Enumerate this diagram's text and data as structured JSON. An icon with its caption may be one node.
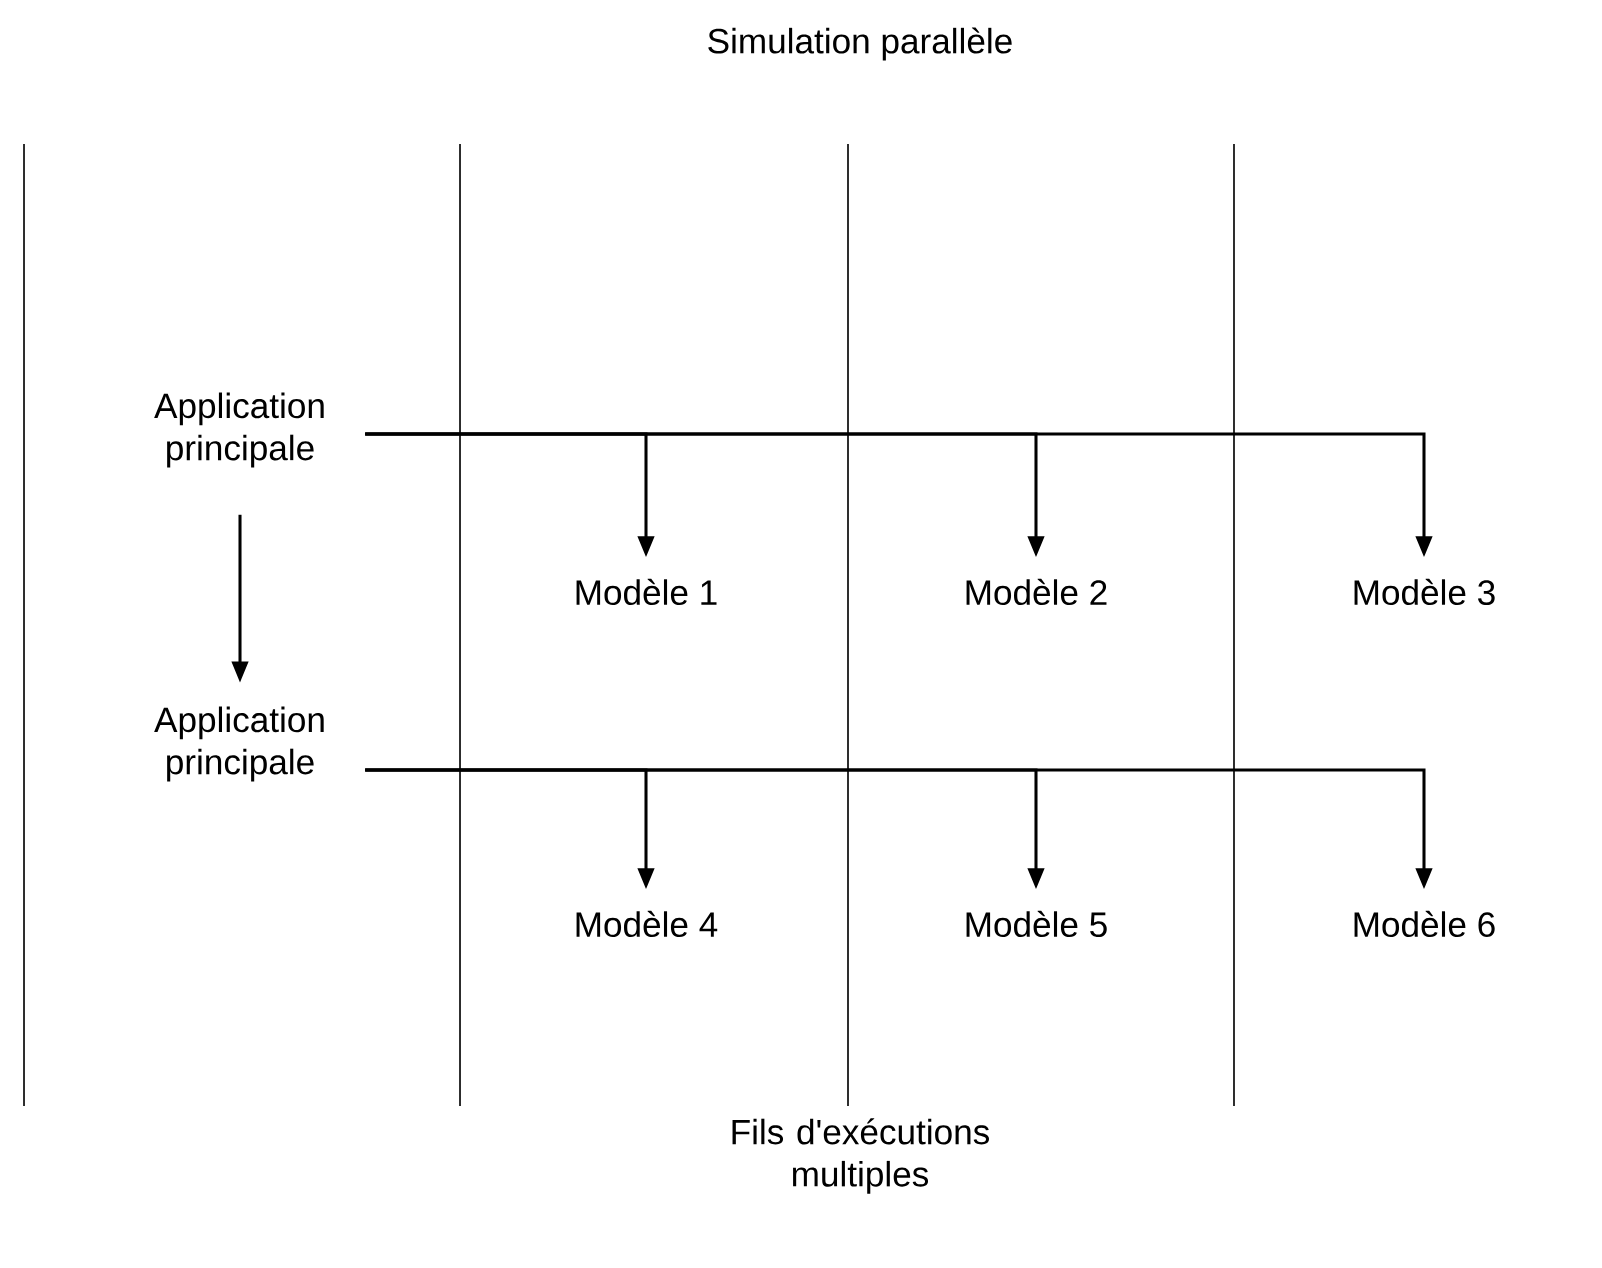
{
  "diagram": {
    "title": "Simulation parallèle",
    "caption": "Fils d'exécutions multiples",
    "nodes": [
      {
        "text": [
          "Application principale"
        ]
      },
      {
        "text": [
          "Modèle 1"
        ]
      },
      {
        "text": [
          "Modèle 2"
        ]
      },
      {
        "text": [
          "Modèle 3"
        ]
      },
      {
        "text": [
          "Application principale"
        ]
      },
      {
        "text": [
          "Modèle 4"
        ]
      },
      {
        "text": [
          "Modèle 5"
        ]
      },
      {
        "text": [
          "Modèle 6"
        ]
      }
    ],
    "edges": [
      {
        "from": 0,
        "to": 1,
        "arrow": "to"
      },
      {
        "from": 0,
        "to": 2,
        "arrow": "to"
      },
      {
        "from": 0,
        "to": 3,
        "arrow": "to"
      },
      {
        "from": 0,
        "to": 4,
        "arrow": "to"
      },
      {
        "from": 4,
        "to": 5,
        "arrow": "to"
      },
      {
        "from": 4,
        "to": 6,
        "arrow": "to"
      },
      {
        "from": 4,
        "to": 7,
        "arrow": "to"
      }
    ]
  }
}
